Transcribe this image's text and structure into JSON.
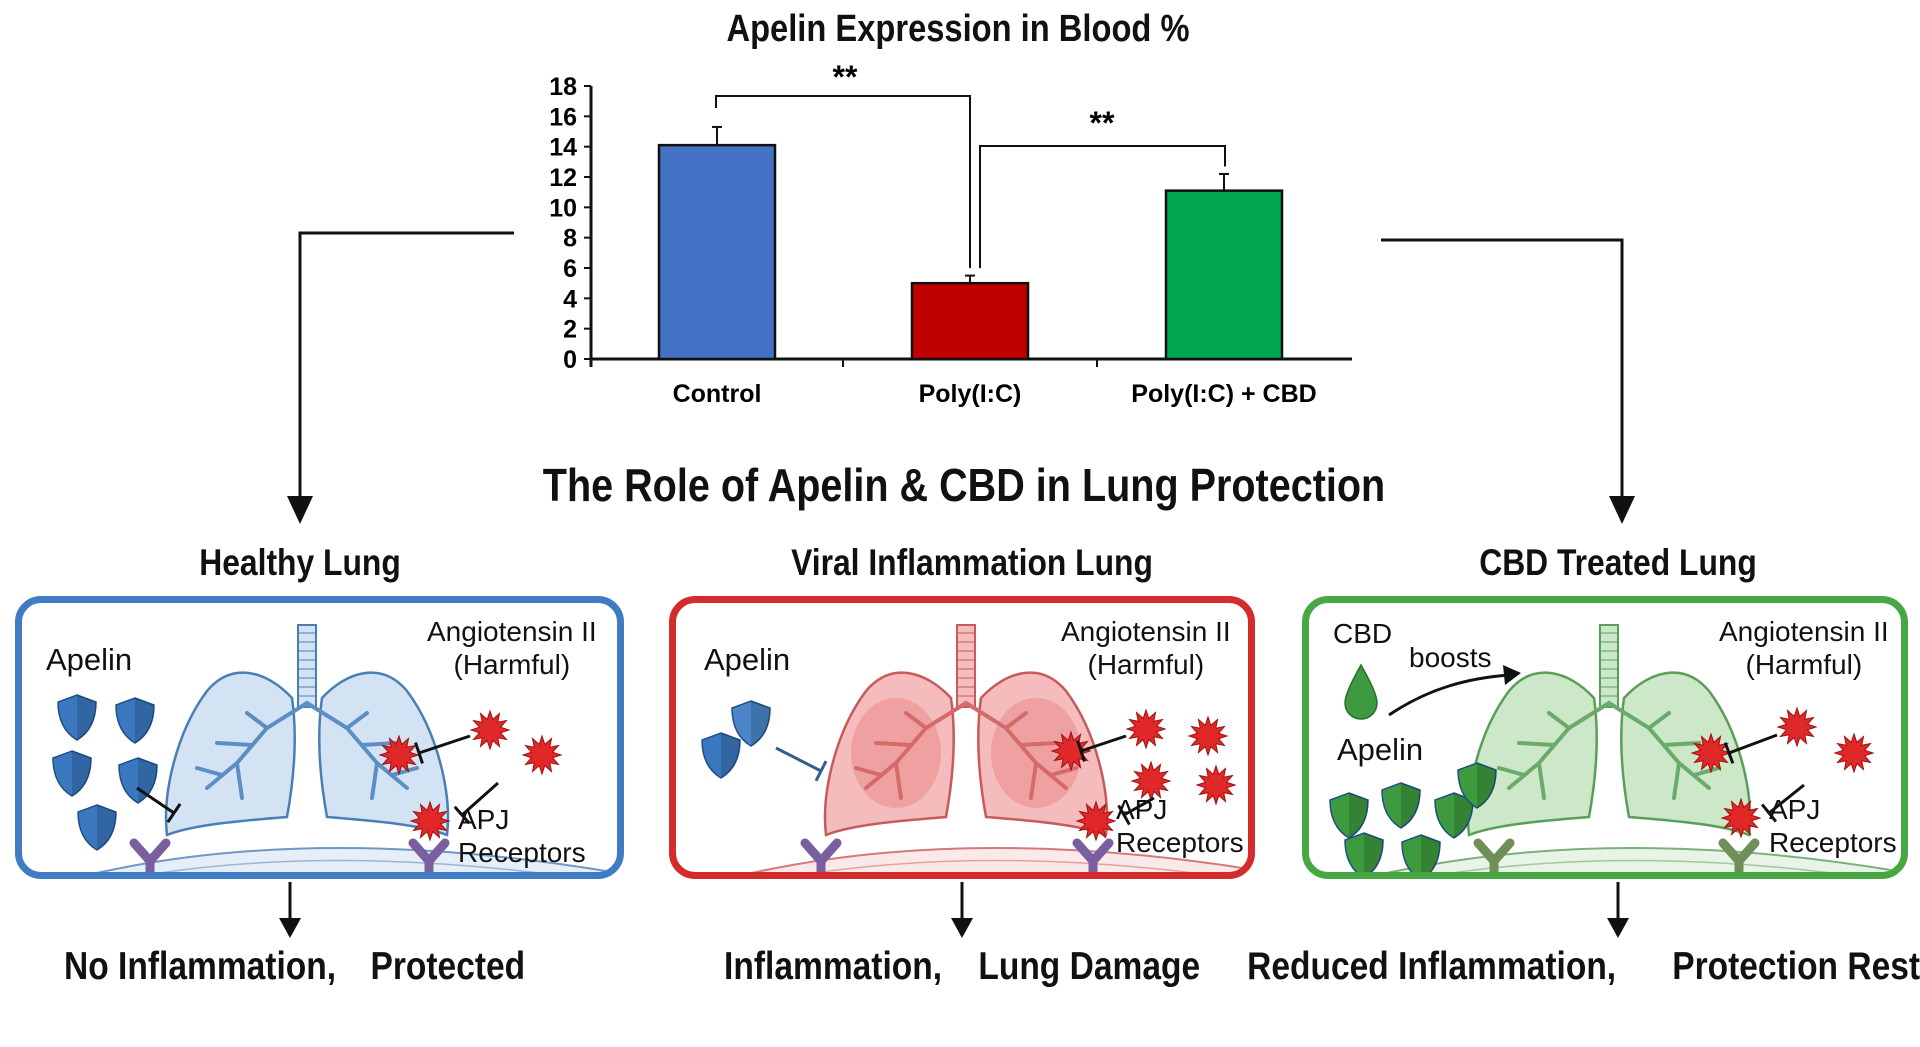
{
  "chart_data": {
    "type": "bar",
    "title": "Apelin Expression in Blood %",
    "categories": [
      "Control",
      "Poly(I:C)",
      "Poly(I:C) + CBD"
    ],
    "values": [
      14.1,
      5.0,
      11.1
    ],
    "errors": [
      1.2,
      0.5,
      1.1
    ],
    "colors": [
      "#4472c4",
      "#c00000",
      "#00a550"
    ],
    "ylim": [
      0,
      18
    ],
    "yticks": [
      "0",
      "2",
      "4",
      "6",
      "8",
      "10",
      "12",
      "14",
      "16",
      "18"
    ],
    "xlabel": "",
    "ylabel": "",
    "grid": false,
    "significance": [
      {
        "pair": [
          "Control",
          "Poly(I:C)"
        ],
        "label": "**"
      },
      {
        "pair": [
          "Poly(I:C)",
          "Poly(I:C) + CBD"
        ],
        "label": "**"
      }
    ]
  },
  "main_title": "The Role of Apelin & CBD in Lung Protection",
  "panels": [
    {
      "title": "Healthy Lung",
      "color": "#3f7cc4",
      "apelin": "Apelin",
      "angiotensin": "Angiotensin II",
      "harmful": "(Harmful)",
      "apj": "APJ",
      "receptors": "Receptors",
      "outcome1": "No Inflammation,",
      "outcome2": "Protected"
    },
    {
      "title": "Viral Inflammation Lung",
      "color": "#d42c2c",
      "apelin": "Apelin",
      "angiotensin": "Angiotensin II",
      "harmful": "(Harmful)",
      "apj": "APJ",
      "receptors": "Receptors",
      "outcome1": "Inflammation,",
      "outcome2": "Lung Damage"
    },
    {
      "title": "CBD Treated Lung",
      "color": "#47a843",
      "cbd": "CBD",
      "boosts": "boosts",
      "apelin": "Apelin",
      "angiotensin": "Angiotensin II",
      "harmful": "(Harmful)",
      "apj": "APJ",
      "receptors": "Receptors",
      "outcome1": "Reduced Inflammation,",
      "outcome2": "Protection Restored"
    }
  ]
}
